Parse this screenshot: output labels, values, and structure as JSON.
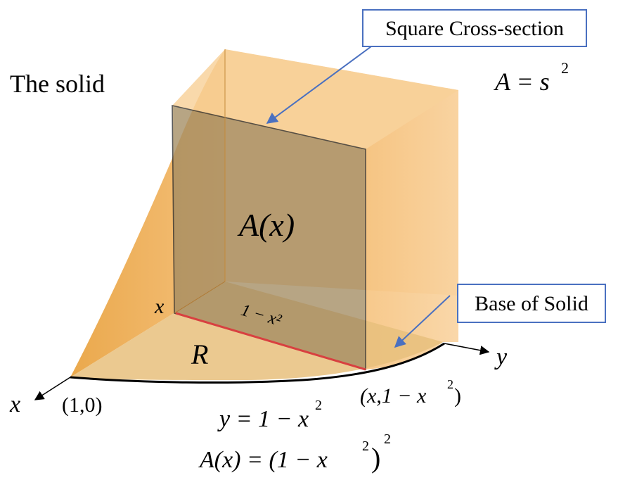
{
  "heading": "The solid",
  "callouts": {
    "cross_section": "Square Cross-section",
    "base": "Base of Solid"
  },
  "formulas": {
    "area_var": "A",
    "area_eq": " = s",
    "area_exp": "2",
    "ax_label": "A(x)",
    "side_length": "1 − x²",
    "curve_lhs": "y",
    "curve_rhs": " = 1 − x",
    "curve_exp": "2",
    "final_lhs": "A(x) = ",
    "final_body": "(1 − x",
    "final_inner_exp": "2",
    "final_close": ")",
    "final_outer_exp": "2"
  },
  "labels": {
    "region": "R",
    "x_axis": "x",
    "y_axis": "y",
    "x_tick": "x",
    "point_1_0": "(1,0)",
    "point_curve_pre": "(x,1 − x",
    "point_curve_exp": "2",
    "point_curve_post": ")"
  },
  "colors": {
    "solid_fill": "#f2b35c",
    "solid_top": "#f7c88c",
    "cross_section": "#a89064",
    "base_fill": "#e8c589",
    "red_segment": "#d84040",
    "callout_border": "#4a70c0",
    "arrow": "#4a70c0"
  }
}
